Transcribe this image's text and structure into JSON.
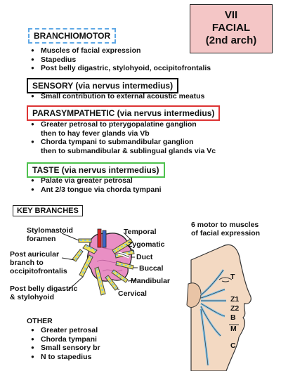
{
  "title": {
    "line1": "VII",
    "line2": "FACIAL",
    "line3": "(2nd arch)"
  },
  "sections": {
    "branchiomotor": {
      "heading": "BRANCHIOMOTOR",
      "items": [
        "Muscles of facial expression",
        "Stapedius",
        "Post belly digastric, stylohyoid, occipitofrontalis"
      ]
    },
    "sensory": {
      "heading": "SENSORY (via nervus intermedius)",
      "items": [
        "Small contribution to external acoustic meatus"
      ]
    },
    "parasympathetic": {
      "heading": "PARASYMPATHETIC (via nervus intermedius)",
      "items": [
        {
          "line1": "Greater petrosal to pterygopalatine ganglion",
          "line2": "then to hay fever glands via Vb"
        },
        {
          "line1": "Chorda tympani to submandibular ganglion",
          "line2": "then to submandibular & sublingual glands via Vc"
        }
      ]
    },
    "taste": {
      "heading": "TASTE (via nervus intermedius)",
      "items": [
        "Palate via greater petrosal",
        "Ant 2/3 tongue via chorda tympani"
      ]
    }
  },
  "key_branches": {
    "heading": "KEY BRANCHES",
    "left_labels": {
      "stylomastoid1": "Stylomastoid",
      "stylomastoid2": "foramen",
      "postauric1": "Post auricular",
      "postauric2": "branch to",
      "postauric3": "occipitofrontalis",
      "postbelly1": "Post belly digastric",
      "postbelly2": "& stylohyoid"
    },
    "right_labels": {
      "temporal": "Temporal",
      "zygomatic": "Zygomatic",
      "duct": "Duct",
      "buccal": "Buccal",
      "mandibular": "Mandibular",
      "cervical": "Cervical"
    }
  },
  "face": {
    "caption1": "6 motor to muscles",
    "caption2": "of facial expression",
    "letters": [
      "T",
      "Z1",
      "Z2",
      "B",
      "M",
      "C"
    ]
  },
  "other": {
    "heading": "OTHER",
    "items": [
      "Greater petrosal",
      "Chorda tympani",
      "Small sensory br",
      "N to stapedius"
    ]
  },
  "colors": {
    "title_bg": "#f4c6c6",
    "branchiomotor_border": "#5fa8e6",
    "parasympathetic_border": "#d33333",
    "taste_border": "#4ec24e",
    "gland_pink": "#e98fc4",
    "nerve_yellow": "#efe15a",
    "nerve_blue": "#7fc3ea",
    "skin": "#f3d9c2",
    "artery_red": "#d22",
    "vein_blue": "#3a66c9"
  }
}
